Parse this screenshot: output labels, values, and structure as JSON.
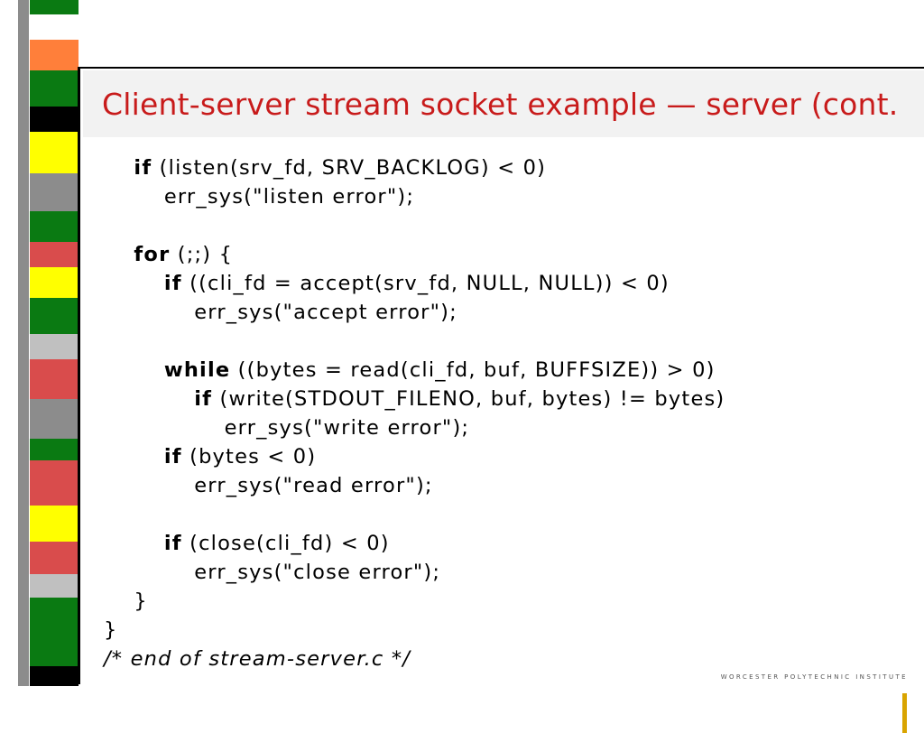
{
  "title": "Client-server stream socket example — server (cont.",
  "code_lines": [
    [
      {
        "t": "    "
      },
      {
        "t": "if",
        "k": true
      },
      {
        "t": " (listen(srv_fd, SRV_BACKLOG) < 0)"
      }
    ],
    [
      {
        "t": "        err_sys(\"listen error\");"
      }
    ],
    [
      {
        "t": ""
      }
    ],
    [
      {
        "t": "    "
      },
      {
        "t": "for",
        "k": true
      },
      {
        "t": " (;;) {"
      }
    ],
    [
      {
        "t": "        "
      },
      {
        "t": "if",
        "k": true
      },
      {
        "t": " ((cli_fd = accept(srv_fd, NULL, NULL)) < 0)"
      }
    ],
    [
      {
        "t": "            err_sys(\"accept error\");"
      }
    ],
    [
      {
        "t": ""
      }
    ],
    [
      {
        "t": "        "
      },
      {
        "t": "while",
        "k": true
      },
      {
        "t": " ((bytes = read(cli_fd, buf, BUFFSIZE)) > 0)"
      }
    ],
    [
      {
        "t": "            "
      },
      {
        "t": "if",
        "k": true
      },
      {
        "t": " (write(STDOUT_FILENO, buf, bytes) != bytes)"
      }
    ],
    [
      {
        "t": "                err_sys(\"write error\");"
      }
    ],
    [
      {
        "t": "        "
      },
      {
        "t": "if",
        "k": true
      },
      {
        "t": " (bytes < 0)"
      }
    ],
    [
      {
        "t": "            err_sys(\"read error\");"
      }
    ],
    [
      {
        "t": ""
      }
    ],
    [
      {
        "t": "        "
      },
      {
        "t": "if",
        "k": true
      },
      {
        "t": " (close(cli_fd) < 0)"
      }
    ],
    [
      {
        "t": "            err_sys(\"close error\");"
      }
    ],
    [
      {
        "t": "    }"
      }
    ],
    [
      {
        "t": "}"
      }
    ],
    [
      {
        "t": "/* end of stream-server.c */",
        "c": true
      }
    ]
  ],
  "footer": "WORCESTER POLYTECHNIC INSTITUTE",
  "colors": {
    "title": "#c81b1b",
    "stripe": [
      "#0a7a12",
      "#ff7f3a",
      "#0a7a12",
      "#000000",
      "#ffff00",
      "#8c8c8c",
      "#0a7a12",
      "#d94c4c",
      "#ffff00",
      "#0a7a12",
      "#c0c0c0",
      "#d94c4c",
      "#8c8c8c",
      "#0a7a12",
      "#d94c4c",
      "#ffff00",
      "#d94c4c",
      "#c0c0c0",
      "#0a7a12",
      "#000000"
    ]
  }
}
